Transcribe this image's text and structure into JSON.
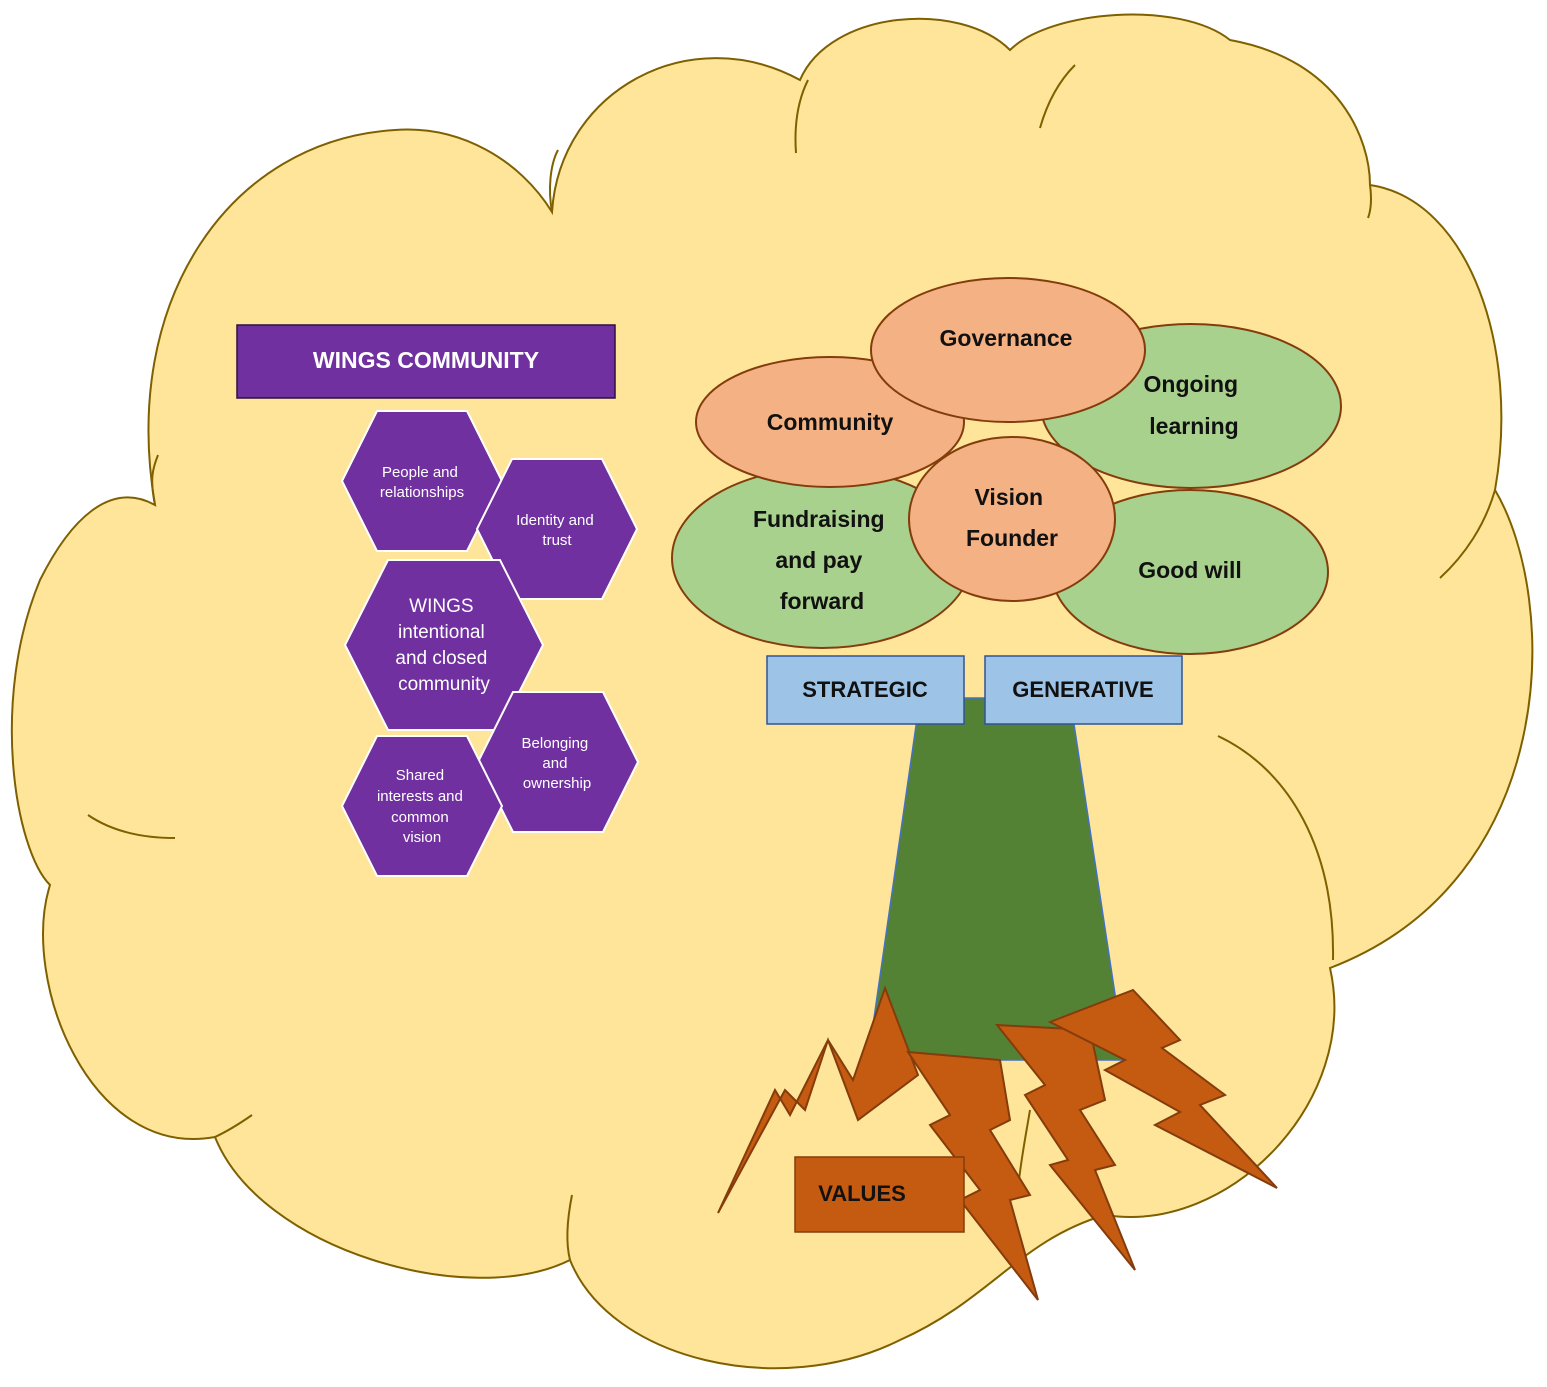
{
  "title": "WINGS COMMUNITY",
  "hexagons": {
    "people": [
      "People and",
      "relationships"
    ],
    "identity": [
      "Identity and",
      "trust"
    ],
    "center": [
      "WINGS",
      "intentional",
      "and closed",
      "community"
    ],
    "shared": [
      "Shared",
      "interests and",
      "common",
      "vision"
    ],
    "belonging": [
      "Belonging",
      "and",
      "ownership"
    ]
  },
  "ellipses": {
    "governance": [
      "Governance"
    ],
    "community": [
      "Community"
    ],
    "ongoing": [
      "Ongoing",
      "learning"
    ],
    "fundraising": [
      "Fundraising",
      "and pay",
      "forward"
    ],
    "vision": [
      "Vision",
      "Founder"
    ],
    "goodwill": [
      "Good will"
    ]
  },
  "labels": {
    "strategic": "STRATEGIC",
    "generative": "GENERATIVE",
    "values": "VALUES"
  },
  "colors": {
    "cloud_fill": "#fee599",
    "cloud_stroke": "#7f6000",
    "purple": "#7030a0",
    "salmon": "#f4b183",
    "green": "#a9d18e",
    "blue_box": "#9dc3e6",
    "trunk": "#548235",
    "root": "#c55a11"
  }
}
